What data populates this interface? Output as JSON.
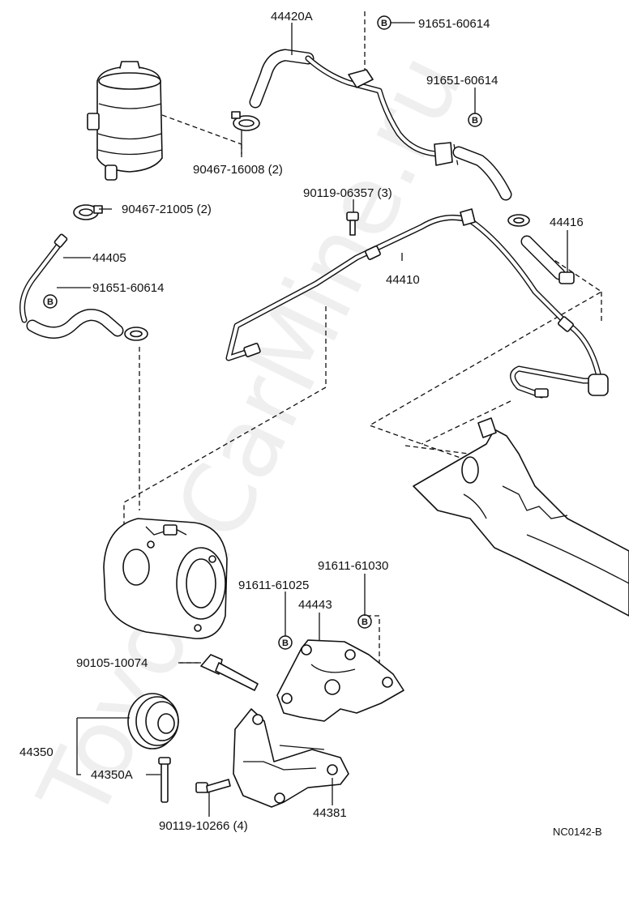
{
  "diagram_code": "NC0142-B",
  "watermark": "ToyotaCarMine.ru",
  "marker_letter": "B",
  "labels": {
    "hose_44420A": "44420A",
    "clip_91651_top": "91651-60614",
    "clip_91651_right": "91651-60614",
    "clamp_90467_16008": "90467-16008 (2)",
    "clamp_90467_21005": "90467-21005 (2)",
    "bolt_90119_06357": "90119-06357 (3)",
    "hose_44416": "44416",
    "hose_44405": "44405",
    "clip_91651_left": "91651-60614",
    "pipe_44410": "44410",
    "bolt_91611_61030": "91611-61030",
    "bolt_91611_61025": "91611-61025",
    "bracket_44443": "44443",
    "bolt_90105_10074": "90105-10074",
    "pulley_44350": "44350",
    "pulley_44350A": "44350A",
    "bracket_44381": "44381",
    "bolt_90119_10266": "90119-10266 (4)"
  }
}
